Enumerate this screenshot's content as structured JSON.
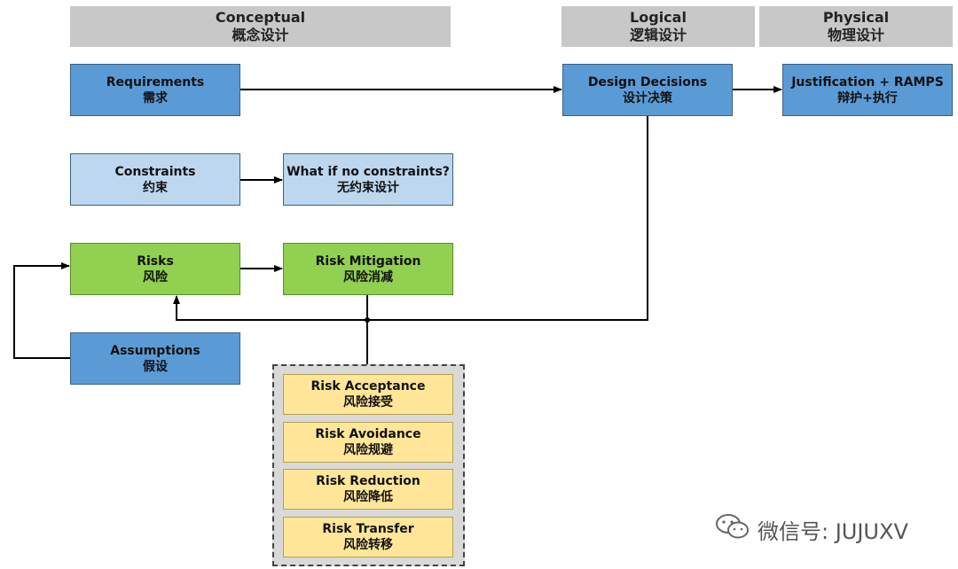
{
  "headers": {
    "conceptual": {
      "en": "Conceptual",
      "zh": "概念设计"
    },
    "logical": {
      "en": "Logical",
      "zh": "逻辑设计"
    },
    "physical": {
      "en": "Physical",
      "zh": "物理设计"
    }
  },
  "nodes": {
    "requirements": {
      "en": "Requirements",
      "zh": "需求"
    },
    "design_decisions": {
      "en": "Design Decisions",
      "zh": "设计决策"
    },
    "justification": {
      "en": "Justification + RAMPS",
      "zh": "辩护+执行"
    },
    "constraints": {
      "en": "Constraints",
      "zh": "约束"
    },
    "no_constraints": {
      "en": "What if no constraints?",
      "zh": "无约束设计"
    },
    "risks": {
      "en": "Risks",
      "zh": "风险"
    },
    "risk_mitigation": {
      "en": "Risk Mitigation",
      "zh": "风险消减"
    },
    "assumptions": {
      "en": "Assumptions",
      "zh": "假设"
    },
    "risk_acceptance": {
      "en": "Risk Acceptance",
      "zh": "风险接受"
    },
    "risk_avoidance": {
      "en": "Risk Avoidance",
      "zh": "风险规避"
    },
    "risk_reduction": {
      "en": "Risk Reduction",
      "zh": "风险降低"
    },
    "risk_transfer": {
      "en": "Risk Transfer",
      "zh": "风险转移"
    }
  },
  "watermark": {
    "text": "微信号: JUJUXV",
    "icon": "wechat-icon"
  },
  "colors": {
    "header": "#c8c8c8",
    "blue": "#5b9bd5",
    "light_blue": "#bdd7ee",
    "green": "#92d050",
    "yellow": "#ffe699",
    "group": "#d9d9d9"
  }
}
